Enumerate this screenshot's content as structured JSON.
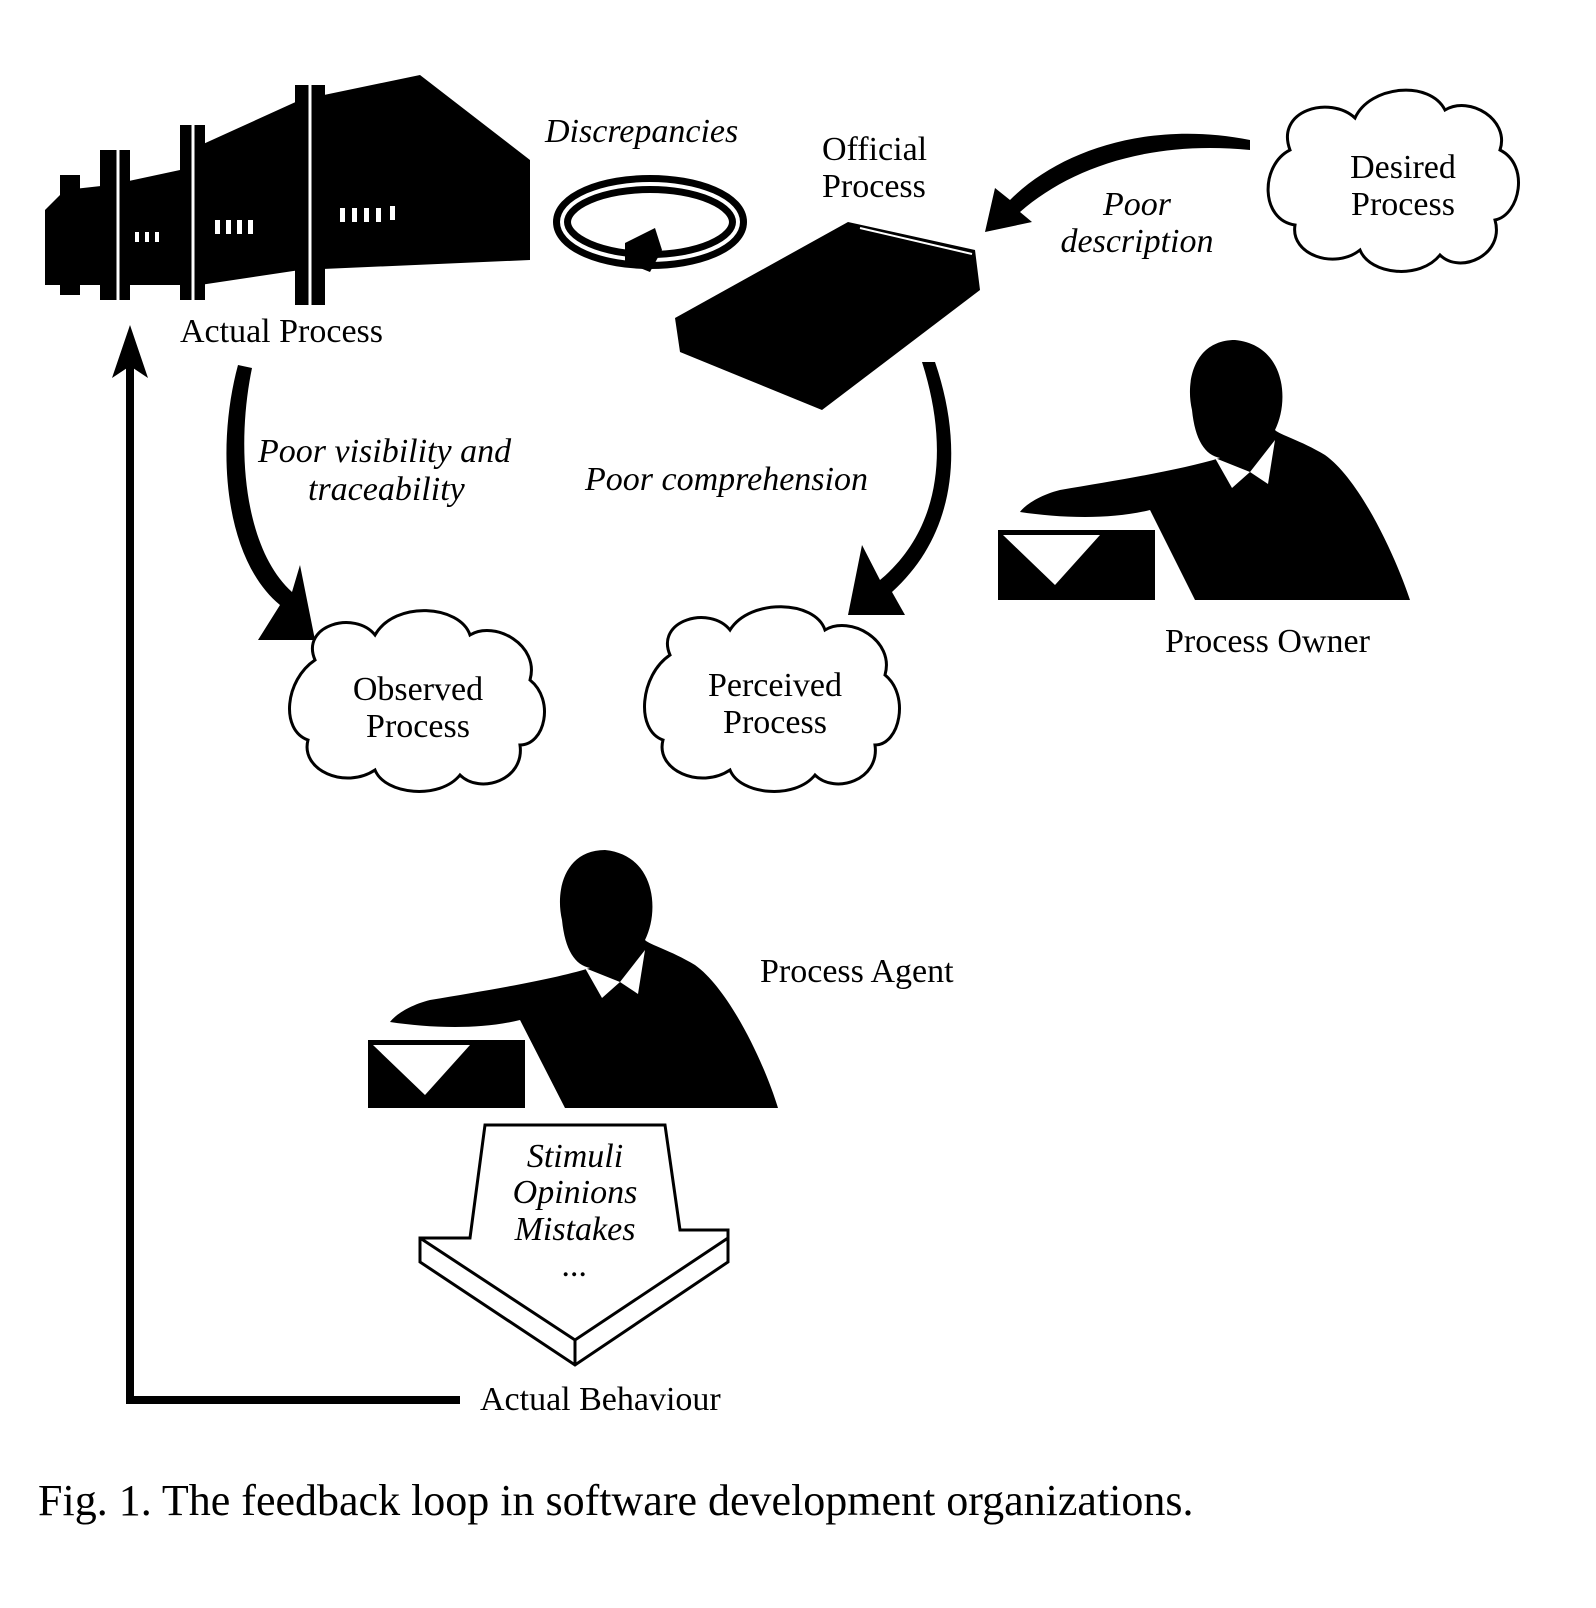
{
  "labels": {
    "actual_process": "Actual Process",
    "official_process": [
      "Official",
      "Process"
    ],
    "desired_process": [
      "Desired",
      "Process"
    ],
    "observed_process": [
      "Observed",
      "Process"
    ],
    "perceived_process": [
      "Perceived",
      "Process"
    ],
    "process_owner": "Process Owner",
    "process_agent": "Process Agent",
    "actual_behaviour": "Actual Behaviour"
  },
  "relations": {
    "discrepancies": "Discrepancies",
    "poor_description": [
      "Poor",
      "description"
    ],
    "poor_visibility": [
      "Poor visibility and",
      "traceability"
    ],
    "poor_comprehension": "Poor comprehension"
  },
  "influences": [
    "Stimuli",
    "Opinions",
    "Mistakes",
    "..."
  ],
  "caption": "Fig. 1. The feedback loop in software development organizations.",
  "colors": {
    "ink": "#000000",
    "paper": "#ffffff"
  }
}
